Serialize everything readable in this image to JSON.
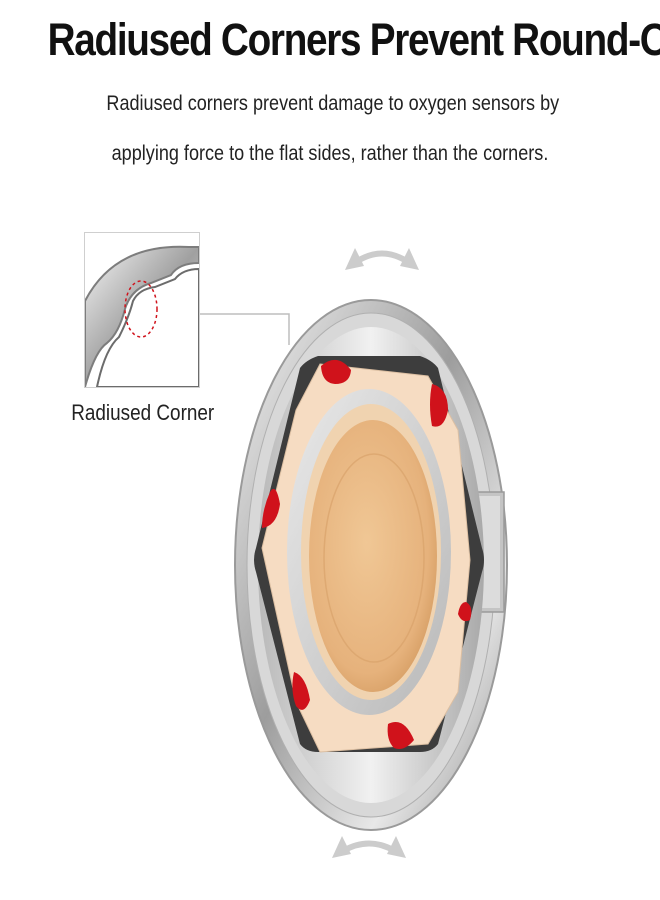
{
  "header": {
    "title": "Radiused Corners Prevent Round-Off",
    "subtitle_line1": "Radiused corners prevent damage to oxygen sensors by",
    "subtitle_line2": "applying force to the flat sides, rather than the corners."
  },
  "callout": {
    "label": "Radiused Corner"
  },
  "colors": {
    "contact_points": "#d0121b",
    "nut_face": "#f5dcc0",
    "sensor_center": "#e8b986",
    "arrows": "#cfcfcf",
    "socket_steel": "#c8c8c8"
  },
  "icons": {
    "top_arrow": "double-arrow-icon",
    "bottom_arrow": "double-arrow-icon"
  }
}
